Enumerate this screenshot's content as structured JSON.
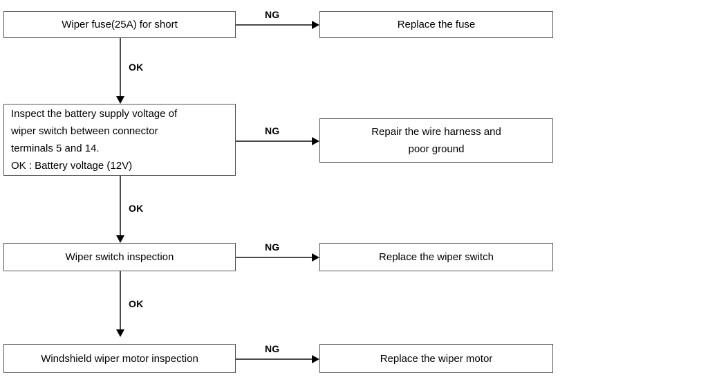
{
  "diagram": {
    "title": "Windshield wiper troubleshooting flowchart",
    "type": "flowchart",
    "colors": {
      "box_border": "#555555",
      "box_fill": "#ffffff",
      "connector": "#4a4a4a",
      "arrowhead": "#000000",
      "text": "#000000",
      "background": "#ffffff"
    }
  },
  "steps": [
    {
      "id": "step-1",
      "check_label": "Wiper fuse(25A) for short",
      "fail_edge_label": "NG",
      "fail_label": "Replace the fuse",
      "pass_edge_label": "OK"
    },
    {
      "id": "step-2",
      "check_label": "Inspect the battery supply voltage of\nwiper switch between connector\nterminals 5 and 14.\nOK : Battery voltage (12V)",
      "fail_edge_label": "NG",
      "fail_label": "Repair the wire harness and\npoor ground",
      "pass_edge_label": "OK"
    },
    {
      "id": "step-3",
      "check_label": "Wiper switch inspection",
      "fail_edge_label": "NG",
      "fail_label": "Replace the wiper switch",
      "pass_edge_label": "OK"
    },
    {
      "id": "step-4",
      "check_label": "Windshield wiper motor inspection",
      "fail_edge_label": "NG",
      "fail_label": "Replace the wiper motor",
      "pass_edge_label": null
    }
  ]
}
